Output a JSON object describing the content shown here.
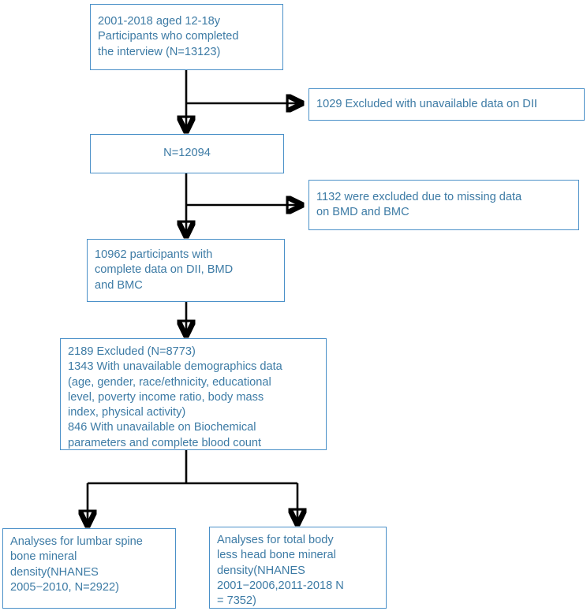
{
  "diagram": {
    "title": "NHANES participant selection flowchart",
    "accent_border_color": "#4a90c8",
    "text_color": "#3d7ba5",
    "arrow_color": "#000000",
    "background_color": "#ffffff",
    "nodes": {
      "top": "2001-2018 aged 12-18y\nParticipants who completed\nthe interview (N=13123)",
      "excluded_dii": "1029 Excluded with unavailable data on DII",
      "n12094": "N=12094",
      "excluded_bmd_bmc": "1132 were excluded due to missing data\non  BMD and BMC",
      "complete_data": "10962 participants with\ncomplete data on DII, BMD\nand BMC",
      "excluded_2189": "2189 Excluded (N=8773)\n1343 With unavailable demographics data\n(age, gender, race/ethnicity, educational\nlevel, poverty income ratio, body mass\nindex, physical activity)\n846 With unavailable on Biochemical\nparameters and complete blood count",
      "lumbar_spine": "Analyses for lumbar spine\nbone mineral\ndensity(NHANES\n2005−2010, N=2922)",
      "total_body": "Analyses for total body\nless head bone mineral\ndensity(NHANES\n2001−2006,2011-2018 N\n= 7352)"
    }
  }
}
